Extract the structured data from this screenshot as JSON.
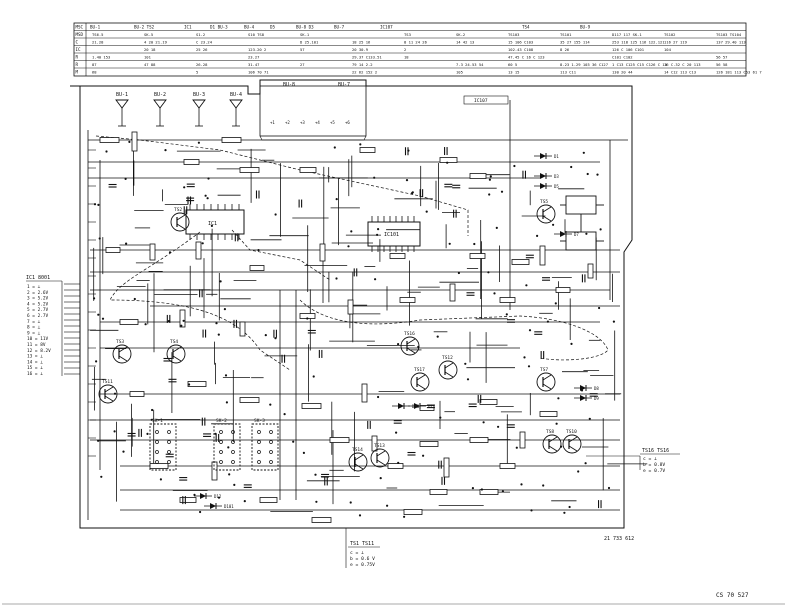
{
  "header_table": {
    "row_labels": [
      "MSC",
      "MSD",
      "C",
      "IC",
      "R",
      "R",
      "M"
    ],
    "col_heads": [
      "BU-1",
      "BU-2 TS2",
      "IC1",
      "D1 BU-3",
      "BU-4",
      "D5",
      "BU-8 D3",
      "",
      "BU-7",
      "IC107",
      "",
      "TS4",
      "BU-9"
    ],
    "rows": [
      [
        "TS6.5",
        "SK-5",
        "S1.2",
        "S10 TS8",
        "SK-1",
        "",
        "TS3",
        "SK-2",
        "TS103",
        "TS101",
        "D117 117 SK-1",
        "TS102",
        "TS103 TS104"
      ],
      [
        "21.28",
        "4 20 21.19",
        "C 23.24",
        "",
        "D 25.101",
        "18 25 16",
        "8 11 24 26",
        "14 42 13",
        "15 106 C103",
        "35 27 155 114",
        "253 118 125 116 122.121",
        "116 27 119",
        "137 29.40 113"
      ],
      [
        "",
        "20 18",
        "25 26",
        "123.20 2",
        "57",
        "20 30.9",
        "2",
        "",
        "102.43 C108",
        "8 26",
        "126 C 106 C101",
        "104",
        ""
      ],
      [
        "1.40 153",
        "101",
        "",
        "23.27",
        "",
        "29.37 C133.51",
        "18",
        "",
        "47.45 C 16 C 123",
        "",
        "C101 C102",
        "",
        "56 57"
      ],
      [
        "87",
        "47 88",
        "26.28",
        "31.47",
        "27",
        "79 14 2.2",
        "",
        "7.3 24.53 54",
        "60 5",
        "8.23 1.29 103 36 C127",
        "1 C13 C125 C15 C126 C 13",
        "16 C.32 C 20 113",
        "56 58"
      ],
      [
        "68",
        "",
        "5",
        "106 70 71",
        "",
        "22 62 152 2",
        "",
        "105",
        "13 15",
        "113 C11",
        "130 20 44",
        "14 C12 113 C13",
        "126 181 113 C53 61 7"
      ]
    ]
  },
  "connectors": {
    "bu_top": [
      "BU-1",
      "BU-2",
      "BU-3",
      "BU-4"
    ],
    "bu_box": [
      "BU-8",
      "BU-7"
    ],
    "box_pins": [
      "+1",
      "+2",
      "+3",
      "+4",
      "+5",
      "+6"
    ]
  },
  "transistors": [
    "TS2",
    "TS3",
    "TS4",
    "TS5",
    "TS7",
    "TS8",
    "TS10",
    "TS11",
    "TS12",
    "TS13",
    "TS14",
    "TS16",
    "TS17"
  ],
  "ics": [
    "IC1",
    "IC101",
    "IC107"
  ],
  "switches": [
    "SK-1",
    "SK-2",
    "SK-3"
  ],
  "diodes": [
    "D1",
    "D3",
    "D5",
    "D7",
    "D8",
    "D9",
    "D10",
    "D11",
    "D12",
    "D101"
  ],
  "left_legend": {
    "title": "IC1 8001",
    "items": [
      "1 = ⊥",
      "2 = 2.6V",
      "3 = 5.2V",
      "4 = 5.2V",
      "5 = 2.7V",
      "6 = 2.7V",
      "7 = ⊥",
      "8 = ⊥",
      "9 = ⊥",
      "10 = 11V",
      "11 = 8V",
      "12 = 8.2V",
      "13 = ⊥",
      "14 = ⊥",
      "15 = ⊥",
      "16 = ⊥"
    ]
  },
  "right_legend": {
    "title": "TS16 TS16",
    "items": [
      "c = ⊥",
      "b = 0.8V",
      "e = 0.7V"
    ]
  },
  "bottom_legend": {
    "title": "TS1 TS11",
    "items": [
      "c = ⊥",
      "b = 0.6 V",
      "e = 0.75V"
    ]
  },
  "drawing_number": "21 733 612",
  "catalog_code": "CS 70 527"
}
